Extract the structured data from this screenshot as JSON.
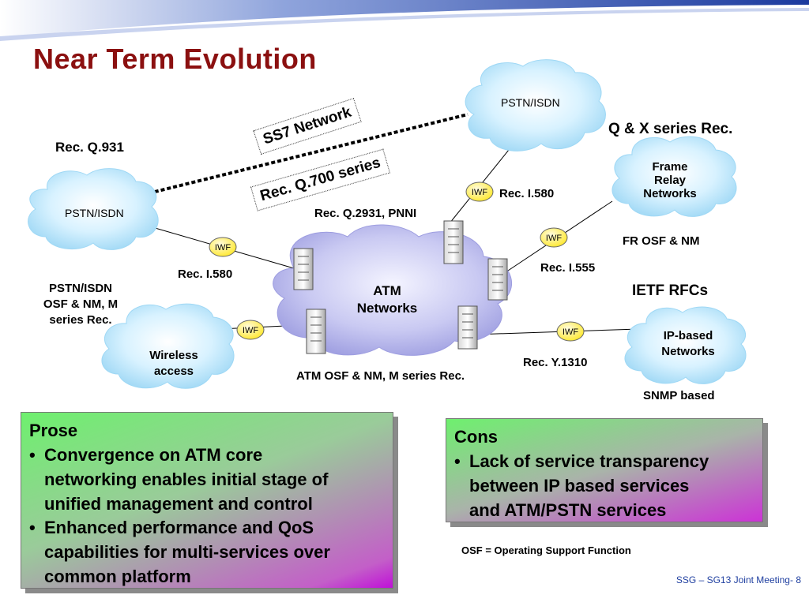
{
  "slide": {
    "title": "Near Term  Evolution",
    "footer": "SSG – SG13 Joint Meeting- 8",
    "footnote": "OSF = Operating Support Function"
  },
  "diagram": {
    "clouds": {
      "pstn_top": "PSTN/ISDN",
      "pstn_left": "PSTN/ISDN",
      "frame_relay": [
        "Frame",
        "Relay",
        "Networks"
      ],
      "atm": [
        "ATM",
        "Networks"
      ],
      "wireless": [
        "Wireless",
        "access"
      ],
      "ip": [
        "IP-based",
        "Networks"
      ]
    },
    "iwf": "IWF",
    "rotated_labels": {
      "ss7": "SS7 Network",
      "q700": "Rec. Q.700 series"
    },
    "labels": {
      "q931": "Rec. Q.931",
      "qx": "Q & X series Rec.",
      "i580_top": "Rec. I.580",
      "q2931": "Rec. Q.2931, PNNI",
      "fr_osf": "FR OSF & NM",
      "i555": "Rec. I.555",
      "i580_left": "Rec. I.580",
      "pstn_osf": [
        "PSTN/ISDN",
        "OSF & NM, M",
        "series Rec."
      ],
      "ietf": "IETF RFCs",
      "y1310": "Rec. Y.1310",
      "atm_osf": "ATM OSF & NM, M series Rec.",
      "snmp": "SNMP based"
    }
  },
  "prose": {
    "title": "Prose",
    "bullets": [
      [
        "Convergence on ATM core",
        "networking enables initial stage of",
        "unified management and control"
      ],
      [
        "Enhanced performance and QoS",
        "capabilities for multi-services over",
        "common platform"
      ]
    ]
  },
  "cons": {
    "title": "Cons",
    "bullets": [
      [
        "Lack of service transparency",
        "between IP based services",
        "and ATM/PSTN services"
      ]
    ]
  },
  "colors": {
    "title": "#8b1010",
    "cloud_fill": "#c9eeff",
    "iwf_fill": "#ffef3a",
    "swoosh": "#1b3a9e",
    "footer": "#1f3fa0"
  }
}
